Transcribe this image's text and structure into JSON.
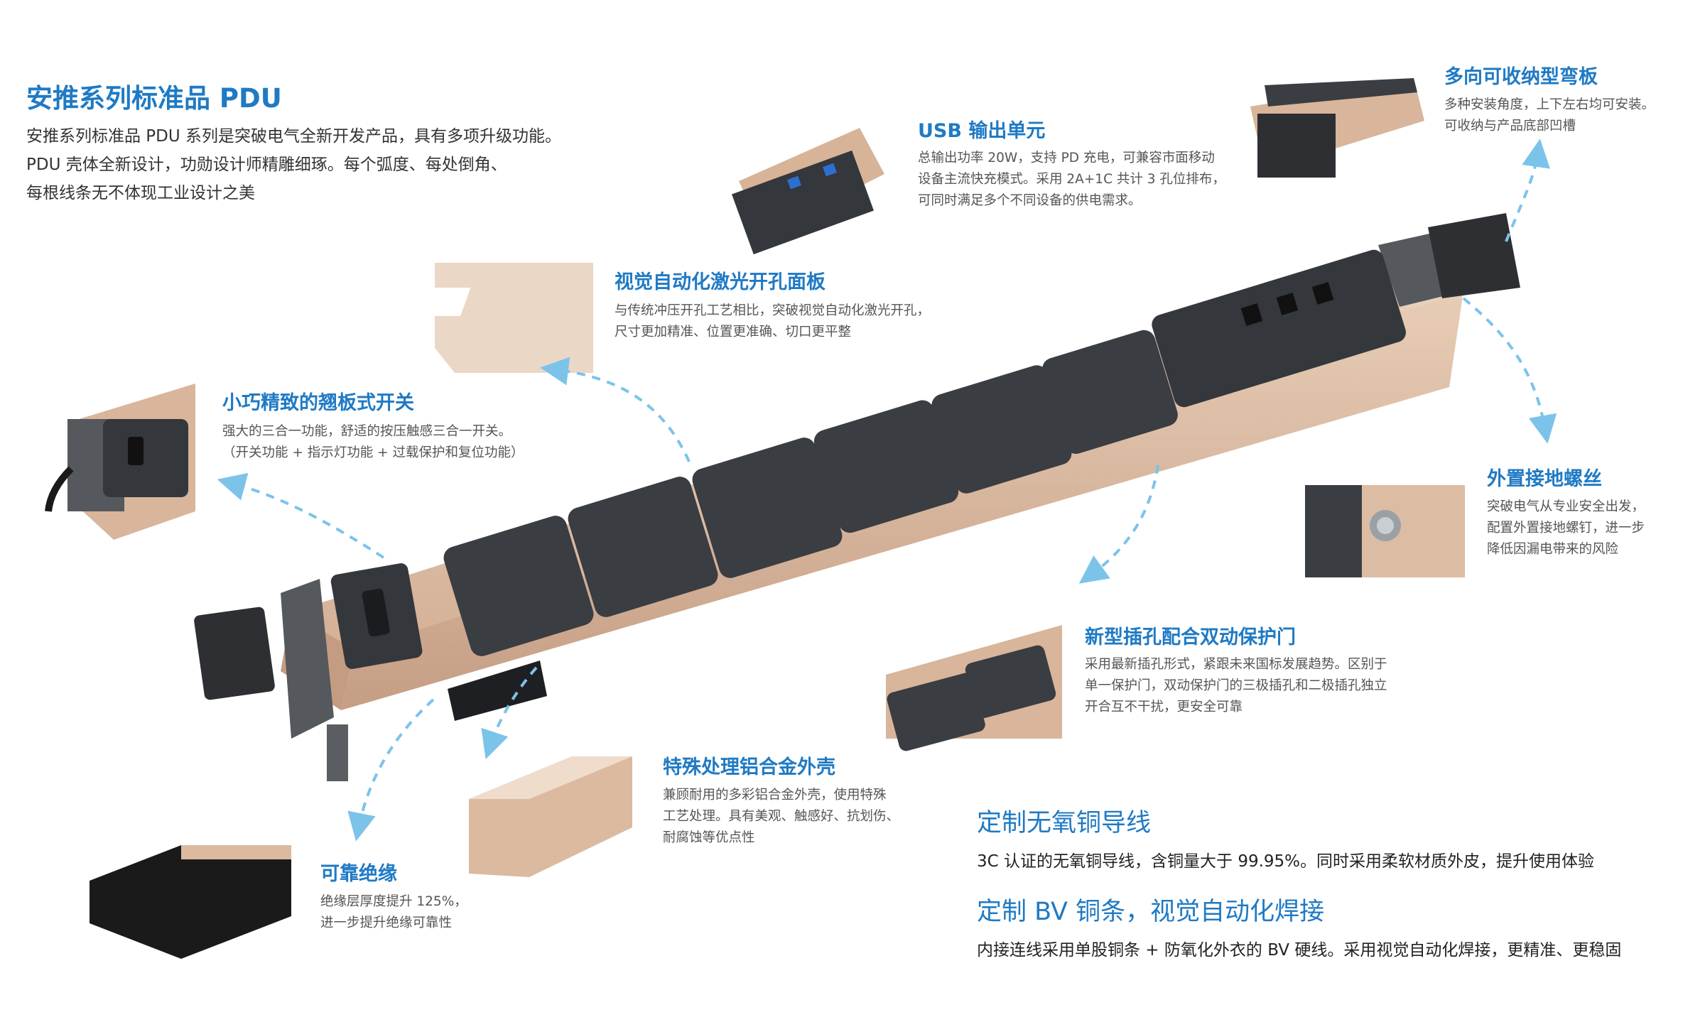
{
  "header": {
    "title": "安推系列标准品 PDU",
    "intro": [
      "安推系列标准品 PDU 系列是突破电气全新开发产品，具有多项升级功能。",
      "PDU 壳体全新设计，功勋设计师精雕细琢。每个弧度、每处倒角、",
      "每根线条无不体现工业设计之美"
    ]
  },
  "features": {
    "usb": {
      "title": "USB 输出单元",
      "desc": [
        "总输出功率 20W，支持 PD 充电，可兼容市面移动",
        "设备主流快充模式。采用 2A+1C 共计 3 孔位排布，",
        "可同时满足多个不同设备的供电需求。"
      ]
    },
    "bracket": {
      "title": "多向可收纳型弯板",
      "desc": [
        "多种安装角度，上下左右均可安装。",
        "可收纳与产品底部凹槽"
      ]
    },
    "laser": {
      "title": "视觉自动化激光开孔面板",
      "desc": [
        "与传统冲压开孔工艺相比，突破视觉自动化激光开孔，",
        "尺寸更加精准、位置更准确、切口更平整"
      ]
    },
    "switch": {
      "title": "小巧精致的翘板式开关",
      "desc": [
        "强大的三合一功能，舒适的按压触感三合一开关。",
        "（开关功能 + 指示灯功能 + 过载保护和复位功能）"
      ]
    },
    "ground": {
      "title": "外置接地螺丝",
      "desc": [
        "突破电气从专业安全出发，",
        "配置外置接地螺钉，进一步",
        "降低因漏电带来的风险"
      ]
    },
    "door": {
      "title": "新型插孔配合双动保护门",
      "desc": [
        "采用最新插孔形式，紧跟未来国标发展趋势。区别于",
        "单一保护门，双动保护门的三极插孔和二极插孔独立",
        "开合互不干扰，更安全可靠"
      ]
    },
    "shell": {
      "title": "特殊处理铝合金外壳",
      "desc": [
        "兼顾耐用的多彩铝合金外壳，使用特殊",
        "工艺处理。具有美观、触感好、抗划伤、",
        "耐腐蚀等优点性"
      ]
    },
    "insulation": {
      "title": "可靠绝缘",
      "desc": [
        "绝缘层厚度提升 125%，",
        "进一步提升绝缘可靠性"
      ]
    },
    "copper_wire": {
      "title": "定制无氧铜导线",
      "desc": "3C 认证的无氧铜导线，含铜量大于 99.95%。同时采用柔软材质外皮，提升使用体验"
    },
    "copper_bar": {
      "title": "定制 BV 铜条，视觉自动化焊接",
      "desc": "内接连线采用单股铜条 + 防氧化外衣的 BV 硬线。采用视觉自动化焊接，更精准、更稳固"
    }
  },
  "colors": {
    "accent": "#1f7ac4",
    "arrow": "#7cc3ea",
    "gold": "#d9b89c",
    "socket": "#3a3d42"
  }
}
